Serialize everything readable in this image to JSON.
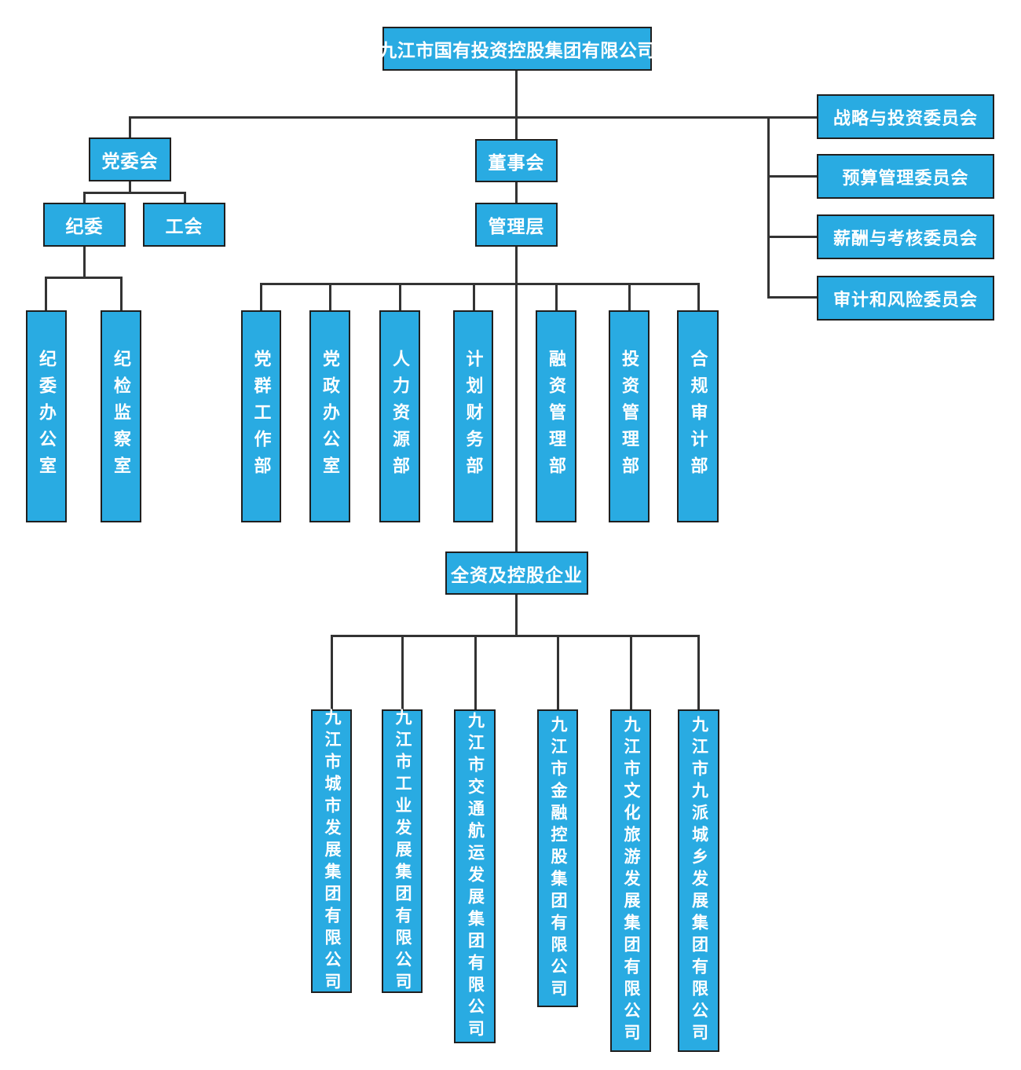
{
  "root": {
    "label": "九江市国有投资控股集团有限公司"
  },
  "colors": {
    "box_fill": "#29ABE2",
    "box_border": "#1F1F1F",
    "connector": "#333333",
    "box_text": "#FFFFFF",
    "background": "#FFFFFF"
  },
  "left_branch": {
    "party_committee": "党委会",
    "discipline_committee": "纪委",
    "labor_union": "工会",
    "discipline_offices": [
      "纪委办公室",
      "纪检监察室"
    ]
  },
  "center_branch": {
    "board": "董事会",
    "management": "管理层",
    "departments": [
      "党群工作部",
      "党政办公室",
      "人力资源部",
      "计划财务部",
      "融资管理部",
      "投资管理部",
      "合规审计部"
    ],
    "subsidiaries_header": "全资及控股企业",
    "subsidiaries": [
      "九江市城市发展集团有限公司",
      "九江市工业发展集团有限公司",
      "九江市交通航运发展集团有限公司",
      "九江市金融控股集团有限公司",
      "九江市文化旅游发展集团有限公司",
      "九江市九派城乡发展集团有限公司"
    ]
  },
  "committees": [
    "战略与投资委员会",
    "预算管理委员会",
    "薪酬与考核委员会",
    "审计和风险委员会"
  ]
}
